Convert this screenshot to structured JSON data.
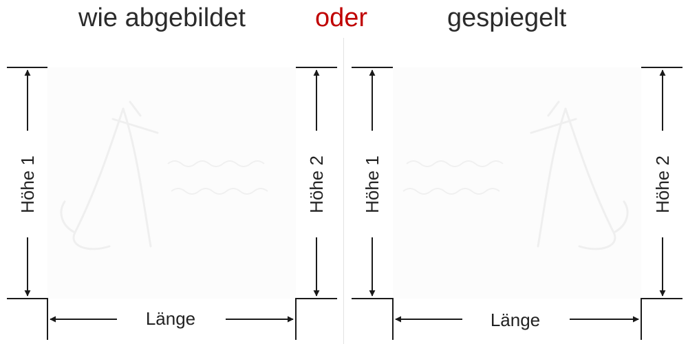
{
  "header": {
    "left_title": "wie abgebildet",
    "middle_word": "oder",
    "right_title": "gespiegelt",
    "middle_color": "#c00000"
  },
  "left_panel": {
    "height_left_label": "Höhe 1",
    "height_right_label": "Höhe 2",
    "length_label": "Länge"
  },
  "right_panel": {
    "height_left_label": "Höhe 1",
    "height_right_label": "Höhe 2",
    "length_label": "Länge"
  },
  "icons": {
    "arrow": "filled-arrowhead",
    "watermark": "faint-figure-watermark"
  }
}
